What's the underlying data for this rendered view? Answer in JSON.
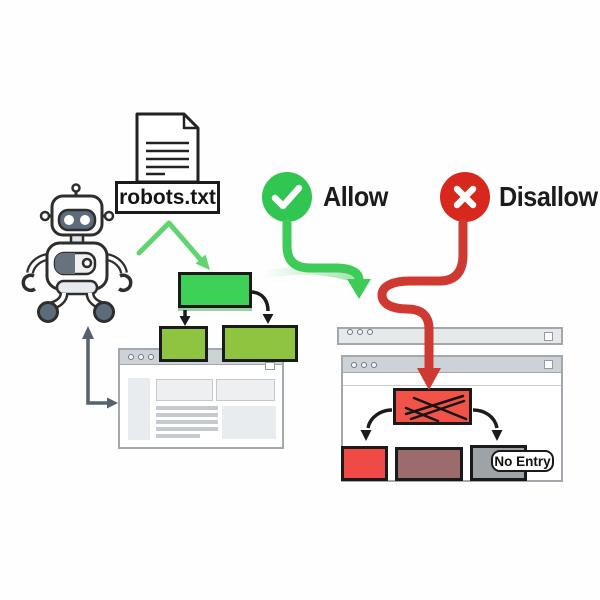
{
  "palette": {
    "ink": "#1a1a1a",
    "green": "#31C551",
    "green_light": "#5FD46F",
    "green_arrow": "#3ECB57",
    "tree_root_green": "#3ED158",
    "tree_child_green": "#8EC43F",
    "red": "#D8271D",
    "red_arrow": "#CE3A31",
    "blocked_red": "#F15349",
    "blocked_red2": "#F04A47",
    "blocked_brown": "#9C6C6C",
    "blocked_gray": "#9EA3A8",
    "gray_arrow": "#57616B",
    "titlebar": "#CDD2D6",
    "window_border": "#A2A8AE",
    "placeholder": "#E9ECEE",
    "placeholder_line": "#C4CAD0",
    "robot_dark": "#5D6B7A"
  },
  "robots_file": {
    "filename": "robots.txt"
  },
  "legend": {
    "allow_label": "Allow",
    "disallow_label": "Disallow"
  },
  "blocked_badge": {
    "label": "No Entry"
  }
}
